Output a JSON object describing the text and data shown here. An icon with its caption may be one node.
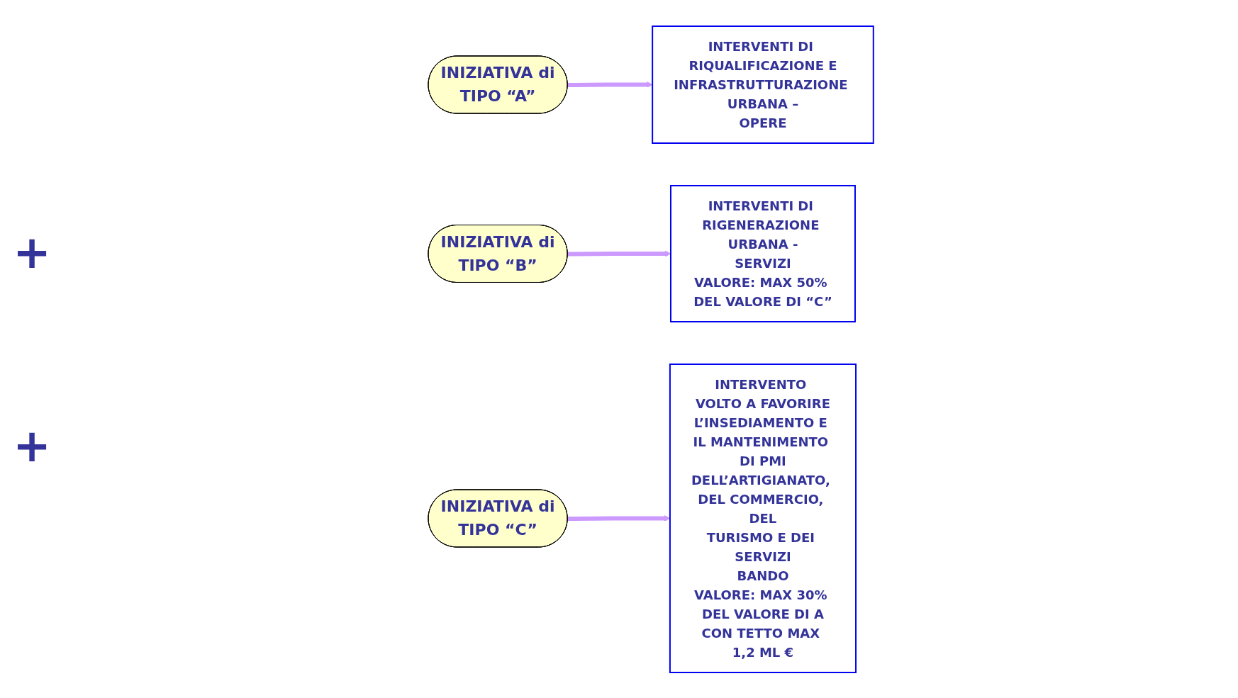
{
  "diagram": {
    "nodes": [
      {
        "text": [
          "INIZIATIVA di TIPO “A”"
        ]
      },
      {
        "text": [
          "INTERVENTI DI RIQUALIFICAZIONE E INFRASTRUTTURAZIONE URBANA –",
          "OPERE"
        ]
      },
      {
        "text": [
          "INIZIATIVA di TIPO “B”"
        ]
      },
      {
        "text": [
          "INTERVENTI DI RIGENERAZIONE URBANA -",
          "SERVIZI",
          "VALORE: MAX 50% DEL VALORE DI “C”"
        ]
      },
      {
        "text": [
          "INIZIATIVA di TIPO “C”"
        ]
      },
      {
        "text": [
          "INTERVENTO VOLTO A FAVORIRE L’INSEDIAMENTO E IL MANTENIMENTO DI PMI DELL’ARTIGIANATO, DEL COMMERCIO, DEL TURISMO E DEI SERVIZI",
          "BANDO",
          "VALORE: MAX 30% DEL VALORE DI A",
          "CON TETTO MAX 1,2 ML €"
        ]
      }
    ],
    "edges": [
      {
        "from": 0,
        "to": 1,
        "arrow": "to"
      },
      {
        "from": 2,
        "to": 3,
        "arrow": "to"
      },
      {
        "from": 4,
        "to": 5,
        "arrow": "to"
      }
    ],
    "labels": [
      "+",
      "+"
    ]
  }
}
